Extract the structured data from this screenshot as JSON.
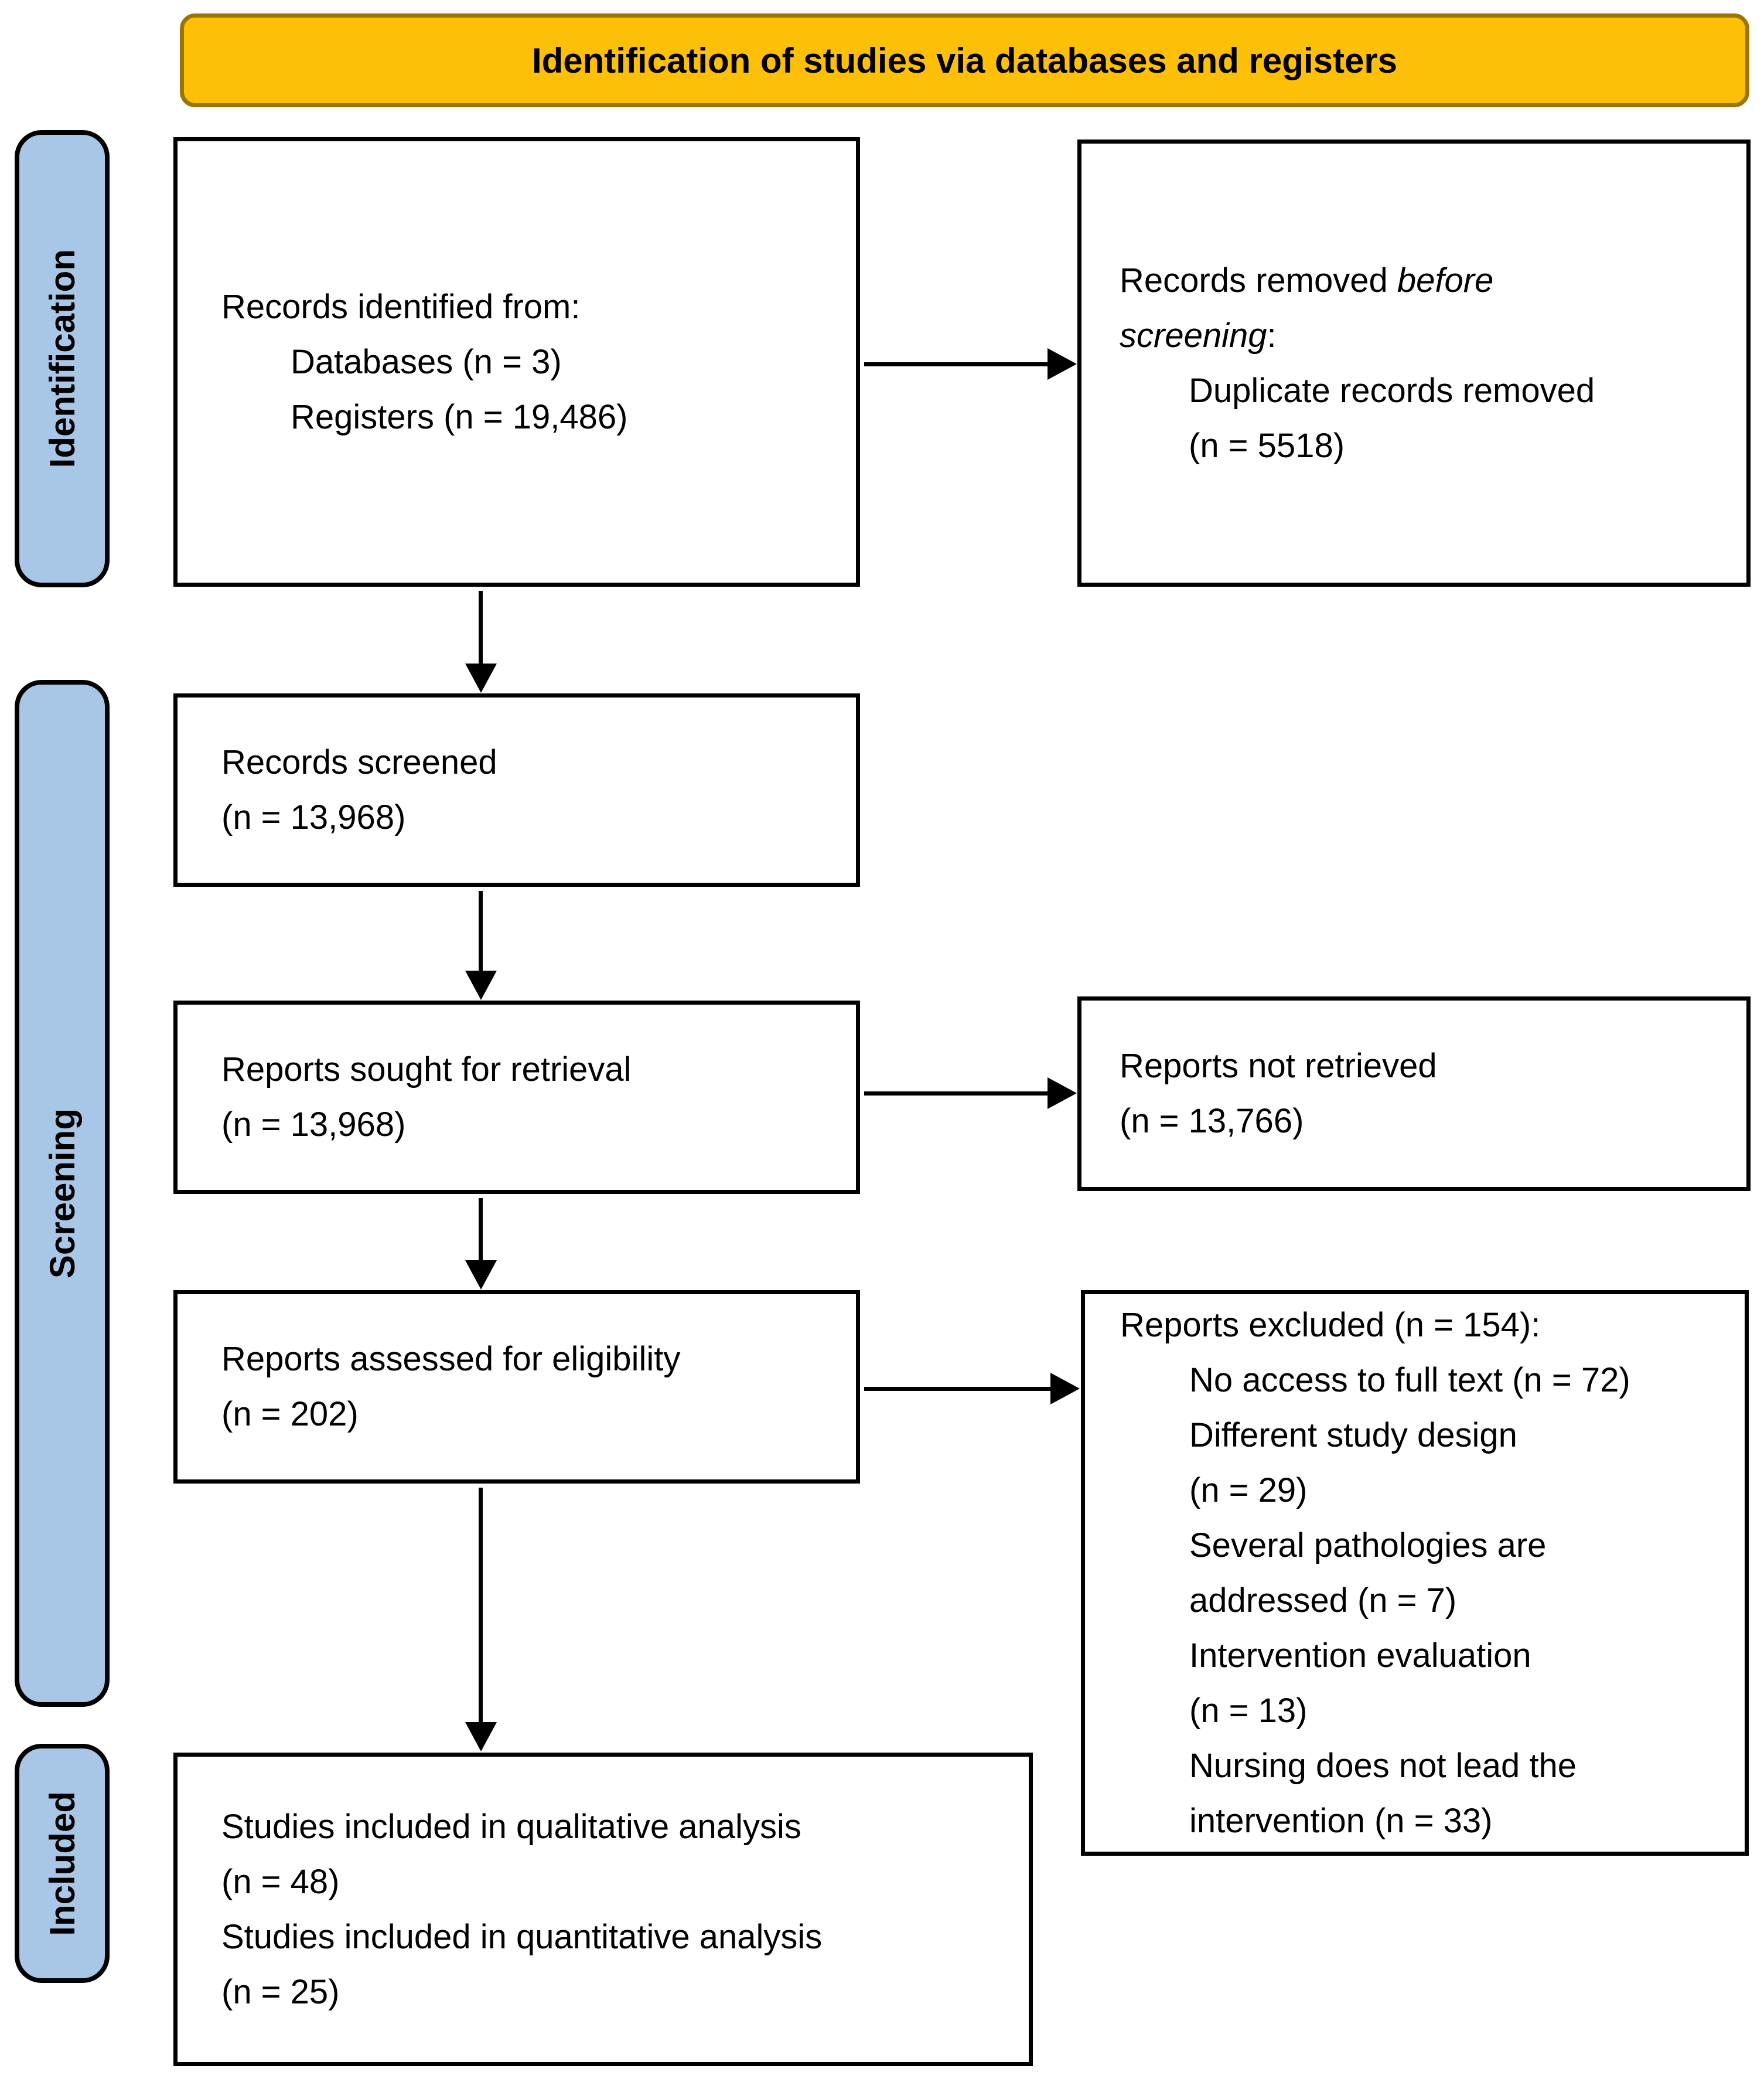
{
  "banner": {
    "title": "Identification of studies via databases and registers"
  },
  "stages": [
    {
      "label": "Identification"
    },
    {
      "label": "Screening"
    },
    {
      "label": "Included"
    }
  ],
  "boxes": {
    "records_identified": {
      "heading": "Records identified from:",
      "items": [
        "Databases (n = 3)",
        "Registers (n = 19,486)"
      ]
    },
    "records_removed": {
      "text_before_italic": "Records removed ",
      "italic_text": "before screening",
      "text_after_italic": ":",
      "items": [
        "Duplicate records removed",
        "(n = 5518)"
      ]
    },
    "records_screened": {
      "lines": [
        "Records screened",
        "(n = 13,968)"
      ]
    },
    "reports_sought": {
      "lines": [
        "Reports sought for retrieval",
        "(n = 13,968)"
      ]
    },
    "reports_not_retrieved": {
      "lines": [
        "Reports not retrieved",
        "(n = 13,766)"
      ]
    },
    "reports_assessed": {
      "lines": [
        "Reports assessed for eligibility",
        "(n = 202)"
      ]
    },
    "reports_excluded": {
      "heading": "Reports excluded (n = 154):",
      "items": [
        "No access to full text (n = 72)",
        "Different study design",
        "(n = 29)",
        "Several pathologies are",
        "addressed (n = 7)",
        "Intervention evaluation",
        "(n = 13)",
        "Nursing does not lead the",
        "intervention (n = 33)"
      ]
    },
    "studies_included": {
      "lines": [
        "Studies included in qualitative analysis",
        "(n = 48)",
        "Studies included in quantitative analysis",
        "(n = 25)"
      ]
    }
  },
  "colors": {
    "banner_fill": "#FDBF07",
    "banner_border": "#9B7504",
    "stage_fill": "#A8C7E7",
    "box_fill": "#FFFFFF",
    "box_border": "#000000",
    "arrow": "#000000"
  }
}
